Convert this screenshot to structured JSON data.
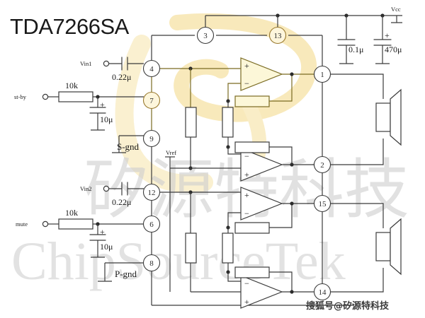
{
  "document": {
    "title": "TDA7266SA",
    "type": "application circuit schematic"
  },
  "watermarks": {
    "swirl_color": "#f6e3a8",
    "cjk_brand": "矽源特科技",
    "latin_brand": "ChipSourceTek",
    "footer": "搜狐号@矽源特科技",
    "text_color": "#cfcfcf"
  },
  "colors": {
    "wire": "#3b3b3b",
    "highlight_wire": "#7a6b22",
    "highlight_fill": "#fcf7d8",
    "text": "#1a1a1a"
  },
  "supply": {
    "label": "Vcc",
    "decoupling_caps": [
      {
        "name": "C-0.1u",
        "value": "0.1μ",
        "polarized": false
      },
      {
        "name": "C-470u",
        "value": "470μ",
        "polarized": true,
        "polarity_mark": "+"
      }
    ]
  },
  "inputs": [
    {
      "name": "vin1",
      "terminal_label": "Vin1",
      "coupling_cap": "0.22μ",
      "pin": "4"
    },
    {
      "name": "st-by",
      "terminal_label": "st-by",
      "resistor": "10k",
      "cap": "10μ",
      "cap_polarity": "+",
      "pin": "7"
    },
    {
      "name": "vin2",
      "terminal_label": "Vin2",
      "coupling_cap": "0.22μ",
      "pin": "12"
    },
    {
      "name": "mute",
      "terminal_label": "mute",
      "resistor": "10k",
      "cap": "10μ",
      "cap_polarity": "+",
      "pin": "6"
    }
  ],
  "grounds": [
    {
      "name": "s-gnd",
      "label": "S-gnd",
      "pin": "9"
    },
    {
      "name": "p-gnd",
      "label": "P-gnd",
      "pin": "8"
    }
  ],
  "internal_nodes": [
    {
      "name": "vref",
      "label": "Vref"
    }
  ],
  "pins": {
    "left_column": [
      {
        "number": "4",
        "highlight": false
      },
      {
        "number": "7",
        "highlight": true
      },
      {
        "number": "9",
        "highlight": false
      },
      {
        "number": "12",
        "highlight": false
      },
      {
        "number": "6",
        "highlight": false
      },
      {
        "number": "8",
        "highlight": false
      }
    ],
    "top_row": [
      {
        "number": "3",
        "highlight": false
      },
      {
        "number": "13",
        "highlight": true
      }
    ],
    "right_column": [
      {
        "number": "1",
        "highlight": false
      },
      {
        "number": "2",
        "highlight": false
      },
      {
        "number": "15",
        "highlight": false
      },
      {
        "number": "14",
        "highlight": false
      }
    ]
  },
  "amplifiers": [
    {
      "name": "opamp-1",
      "plus_on_top": true,
      "output_pin": "1",
      "highlight": true
    },
    {
      "name": "opamp-2",
      "plus_on_top": false,
      "output_pin": "2",
      "highlight": false
    },
    {
      "name": "opamp-3",
      "plus_on_top": true,
      "output_pin": "15",
      "highlight": false
    },
    {
      "name": "opamp-4",
      "plus_on_top": false,
      "output_pin": "14",
      "highlight": false
    }
  ],
  "speakers": [
    {
      "name": "speaker-top",
      "between_pins": [
        "1",
        "2"
      ]
    },
    {
      "name": "speaker-bottom",
      "between_pins": [
        "15",
        "14"
      ]
    }
  ],
  "polarity_symbols": {
    "plus": "+",
    "minus": "−"
  }
}
